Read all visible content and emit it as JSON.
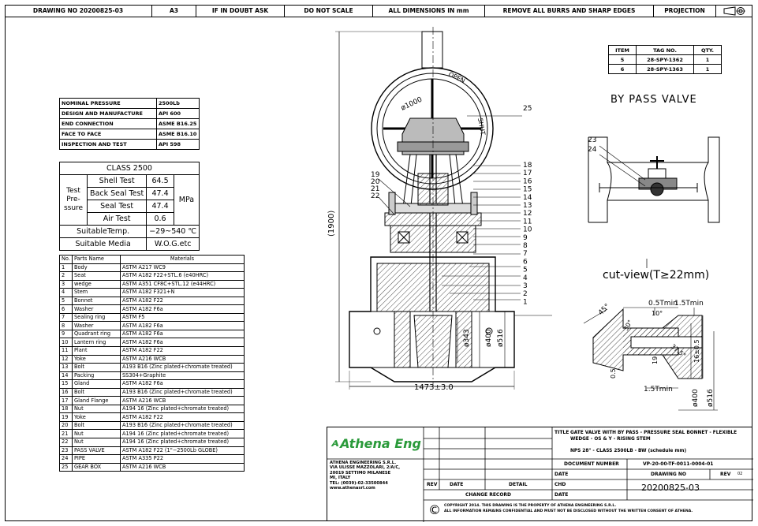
{
  "header": {
    "drawing_no": "DRAWING NO 20200825-03",
    "size": "A3",
    "doubt": "IF IN DOUBT ASK",
    "scale": "DO NOT SCALE",
    "dims": "ALL DIMENSIONS IN mm",
    "burrs": "REMOVE ALL BURRS AND SHARP EDGES",
    "projection": "PROJECTION"
  },
  "specs": [
    {
      "label": "NOMINAL PRESSURE",
      "value": "2500Lb"
    },
    {
      "label": "DESIGN AND MANUFACTURE",
      "value": "API 600"
    },
    {
      "label": "END CONNECTION",
      "value": "ASME B16.25"
    },
    {
      "label": "FACE TO FACE",
      "value": "ASME B16.10"
    },
    {
      "label": "INSPECTION AND TEST",
      "value": "API 598"
    }
  ],
  "class_table": {
    "title": "CLASS 2500",
    "group": "Test Pre-ssure",
    "unit": "MPa",
    "rows": [
      {
        "label": "Shell Test",
        "value": "64.5"
      },
      {
        "label": "Back Seal Test",
        "value": "47.4"
      },
      {
        "label": "Seal Test",
        "value": "47.4"
      },
      {
        "label": "Air Test",
        "value": "0.6"
      }
    ],
    "temp_label": "SuitableTemp.",
    "temp_value": "−29~540 ℃",
    "media_label": "Suitable Media",
    "media_value": "W.O.G.etc"
  },
  "parts": {
    "headers": [
      "No.",
      "Parts Name",
      "Materials"
    ],
    "rows": [
      [
        "1",
        "Body",
        "ASTM A217 WC9"
      ],
      [
        "2",
        "Seat",
        "ASTM A182 F22+STL.6 (e40HRC)"
      ],
      [
        "3",
        "wedge",
        "ASTM A351 CF8C+STL.12 (e44HRC)"
      ],
      [
        "4",
        "Stem",
        "ASTM A182 F321+N"
      ],
      [
        "5",
        "Bonnet",
        "ASTM A182 F22"
      ],
      [
        "6",
        "Washer",
        "ASTM A182 F6a"
      ],
      [
        "7",
        "Sealing ring",
        "ASTM F5"
      ],
      [
        "8",
        "Washer",
        "ASTM A182 F6a"
      ],
      [
        "9",
        "Quadrant ring",
        "ASTM A182 F6a"
      ],
      [
        "10",
        "Lantern ring",
        "ASTM A182 F6a"
      ],
      [
        "11",
        "Plant",
        "ASTM A182 F22"
      ],
      [
        "12",
        "Yoke",
        "ASTM A216 WCB"
      ],
      [
        "13",
        "Bolt",
        "A193 B16 (Zinc plated+chromate treated)"
      ],
      [
        "14",
        "Packing",
        "SS304+Graphite"
      ],
      [
        "15",
        "Gland",
        "ASTM A182 F6a"
      ],
      [
        "16",
        "Bolt",
        "A193 B16 (Zinc plated+chromate treated)"
      ],
      [
        "17",
        "Gland Flange",
        "ASTM A216 WCB"
      ],
      [
        "18",
        "Nut",
        "A194 16 (Zinc plated+chromate treated)"
      ],
      [
        "19",
        "Yoke",
        "ASTM A182 F22"
      ],
      [
        "20",
        "Bolt",
        "A193 B16 (Zinc plated+chromate treated)"
      ],
      [
        "21",
        "Nut",
        "A194 16 (Zinc plated+chromate treated)"
      ],
      [
        "22",
        "Nut",
        "A194 16 (Zinc plated+chromate treated)"
      ],
      [
        "23",
        "PASS VALVE",
        "ASTM A182 F22 (1\"−2500Lb GLOBE)"
      ],
      [
        "24",
        "PIPE",
        "ASTM A335 P22"
      ],
      [
        "25",
        "GEAR BOX",
        "ASTM A216 WCB"
      ]
    ]
  },
  "item_table": {
    "headers": [
      "ITEM",
      "TAG NO.",
      "QTY."
    ],
    "rows": [
      [
        "5",
        "28-SPY-1362",
        "1"
      ],
      [
        "6",
        "28-SPY-1363",
        "1"
      ]
    ]
  },
  "bypass_title": "BY PASS VALVE",
  "cut_view": "cut-view(T≥22mm)",
  "drawing": {
    "height_dim": "(1900)",
    "width_dim": "1473±3.0",
    "handwheel_dia": "ø1000",
    "open_label": "OPEN",
    "shut_label": "SHUT",
    "bore1": "ø343",
    "bore2": "ø400",
    "bore3": "ø516",
    "balloons_right": [
      "25",
      "18",
      "17",
      "16",
      "15",
      "14",
      "13",
      "12",
      "11",
      "10",
      "9",
      "8",
      "7",
      "6",
      "5",
      "4",
      "3",
      "2",
      "1"
    ],
    "balloons_left": [
      "19",
      "20",
      "21",
      "22"
    ],
    "bypass_balloons": [
      "23",
      "24"
    ],
    "detail": {
      "a45": "45°",
      "t05": "0.5Tmin",
      "t15": "1.5Tmin",
      "a10": "10°",
      "a30": "30°",
      "a375": "37.5°",
      "r19": "19",
      "r16": "16±0.5",
      "r05": "0.5",
      "t15b": "1.5Tmin",
      "d400": "ø400",
      "d516": "ø516"
    }
  },
  "title_block": {
    "company": "Athena Eng",
    "address": [
      "ATHENA ENGINEERING S.R.L.",
      "VIA ULISSE MAZZOLARI, 2/A/C,",
      "20019 SETTIMO MILANESE",
      "MI, ITALY",
      "TEL: (0039)-02-33500844",
      "www.athenasrl.com"
    ],
    "title_label": "TITLE",
    "title_value": "GATE VALVE WITH BY PASS - PRESSURE SEAL BONNET - FLEXIBLE WEDGE - OS & Y - RISING STEM",
    "title_line2": "NPS 28\" - CLASS 2500LB - BW (schedule mm)",
    "doc_number_label": "DOCUMENT NUMBER",
    "doc_number": "VP-20-00-TF-0011-0004-01",
    "date_label": "DATE",
    "drawing_no_label": "DRAWING NO",
    "rev_label": "REV",
    "rev_value": "02",
    "chk_label": "CHD",
    "drawing_no": "20200825-03",
    "rev_col": "REV",
    "date_col": "DATE",
    "detail_col": "DETAIL",
    "change_record": "CHANGE RECORD",
    "copyright": "©",
    "copyright_text": "COPYRIGHT 2014. THIS DRAWING IS THE PROPERTY OF ATHENA ENGINEERING S.R.L.",
    "copyright_text2": "ALL INFORMATION REMAINS CONFIDENTIAL AND MUST NOT BE DISCLOSED WITHOUT THE WRITTEN CONSENT OF ATHENA."
  }
}
